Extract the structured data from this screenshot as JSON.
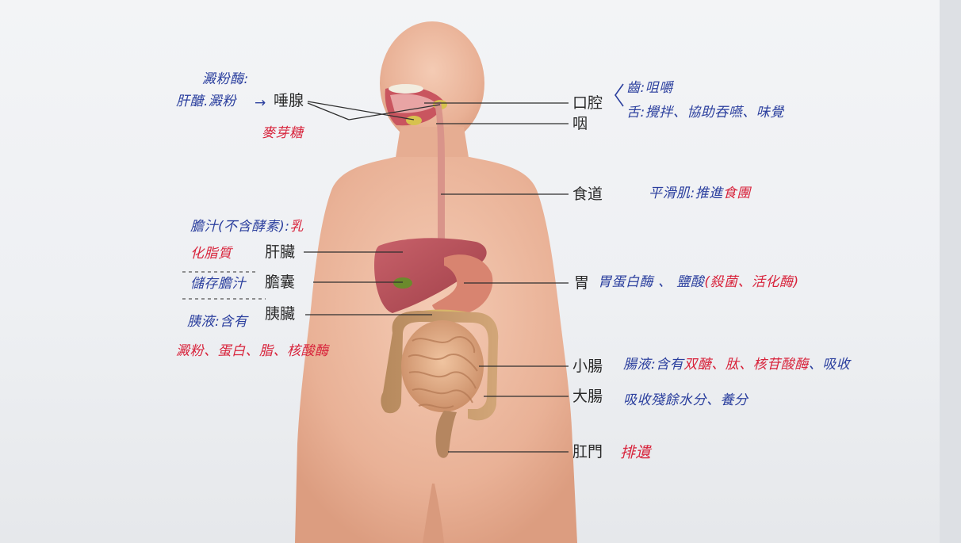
{
  "organs": {
    "salivary_gland": "唾腺",
    "oral_cavity": "口腔",
    "pharynx": "咽",
    "esophagus": "食道",
    "liver": "肝臟",
    "gallbladder": "膽囊",
    "pancreas": "胰臟",
    "stomach": "胃",
    "small_intestine": "小腸",
    "large_intestine": "大腸",
    "anus": "肛門"
  },
  "notes": {
    "amylase_header": "澱粉酶:",
    "amylase_line": "肝醣.澱粉",
    "amylase_arrow": "→",
    "maltose": "麥芽糖",
    "teeth": "齒:咀嚼",
    "tongue": "舌:攪拌、協助吞嚥、味覺",
    "esophagus_note_a": "平滑肌:推進",
    "esophagus_note_b": "食團",
    "bile_a": "膽汁(不含酵素):",
    "bile_b": "乳",
    "bile_c": "化脂質",
    "gallbladder_note": "儲存膽汁",
    "pancreatic_a": "胰液:含有",
    "pancreatic_b": "澱粉、蛋白、脂、核酸酶",
    "stomach_a": "胃蛋白酶 、 鹽酸",
    "stomach_b": "(殺菌、活化酶)",
    "small_int_a": "腸液:含有",
    "small_int_b": "双醣、肽、核苷酸酶",
    "small_int_c": "、吸收",
    "large_int": "吸收殘餘水分、養分",
    "anus_note": "排遺"
  },
  "colors": {
    "note_blue": "#2b3f9e",
    "note_red": "#d8243c",
    "skin": "#eab79d",
    "print": "#2a2a2a"
  }
}
